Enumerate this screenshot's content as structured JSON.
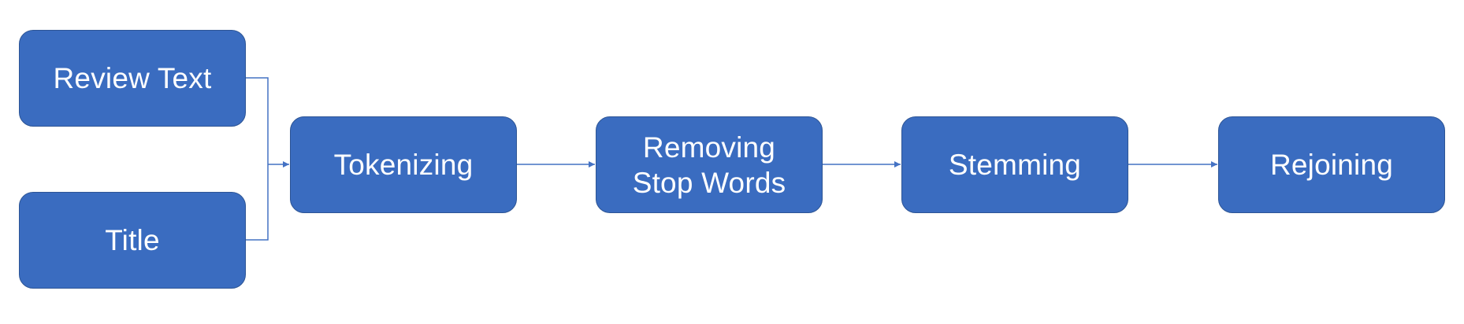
{
  "diagram": {
    "colors": {
      "node_fill": "#3a6cc0",
      "node_border": "#2d5595",
      "node_text": "#ffffff",
      "connector": "#4472c4",
      "background": "#ffffff"
    },
    "nodes": {
      "review_text": "Review Text",
      "title": "Title",
      "tokenizing": "Tokenizing",
      "removing_stop_words": "Removing\nStop Words",
      "stemming": "Stemming",
      "rejoining": "Rejoining"
    },
    "edges": [
      {
        "from": "review_text",
        "to": "tokenizing"
      },
      {
        "from": "title",
        "to": "tokenizing"
      },
      {
        "from": "tokenizing",
        "to": "removing_stop_words"
      },
      {
        "from": "removing_stop_words",
        "to": "stemming"
      },
      {
        "from": "stemming",
        "to": "rejoining"
      }
    ]
  }
}
